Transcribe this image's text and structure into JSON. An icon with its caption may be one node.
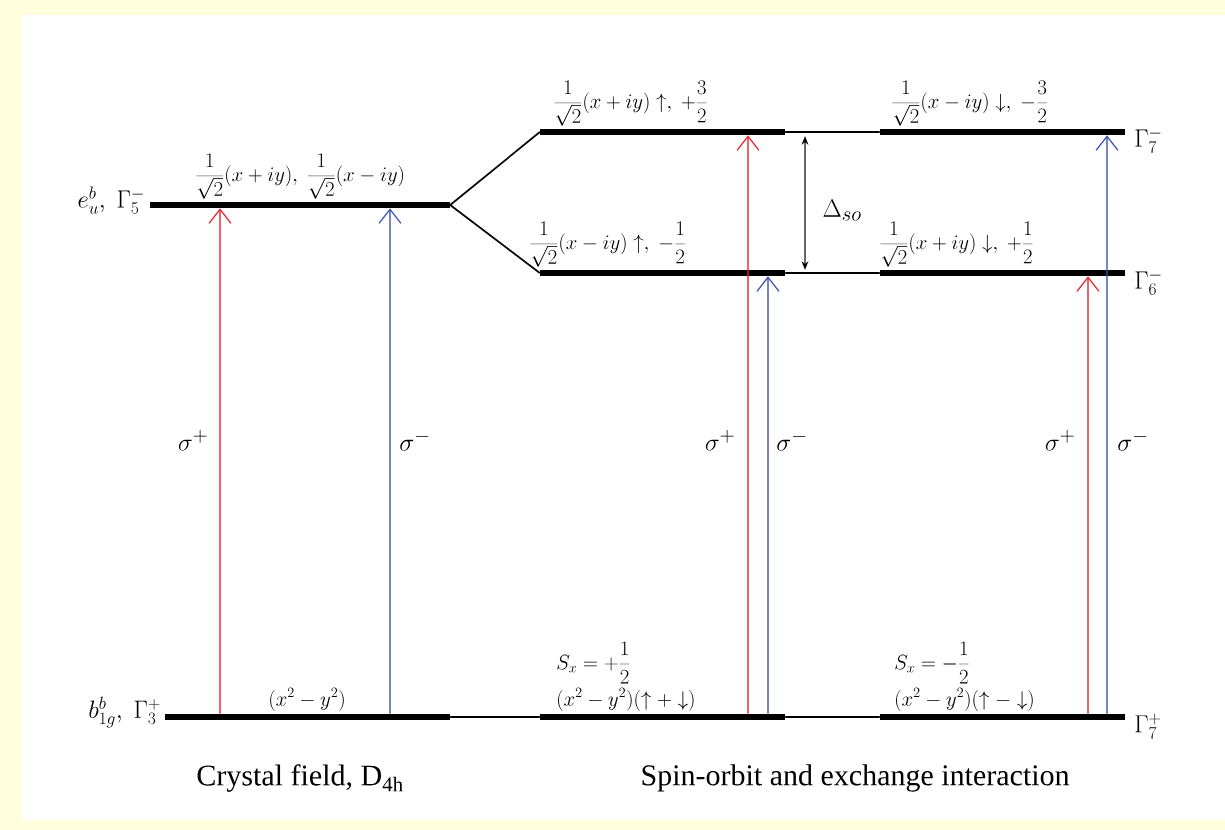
{
  "diagram": {
    "nodes": [
      {
        "text": [
          "\\frac{1}{\\sqrt{2}}(x+iy),\\ \\frac{1}{\\sqrt{2}}(x-iy)"
        ],
        "beside": [
          "e_u^b,\\ \\Gamma_5^-"
        ]
      },
      {
        "text": [
          "(x^2-y^2)"
        ],
        "beside": [
          "b_{1g}^b,\\ \\Gamma_3^+"
        ]
      },
      {
        "text": [
          "\\frac{1}{\\sqrt{2}}(x+iy)\\uparrow,\\ +\\frac{3}{2}"
        ]
      },
      {
        "text": [
          "\\frac{1}{\\sqrt{2}}(x-iy)\\uparrow,\\ -\\frac{1}{2}"
        ]
      },
      {
        "text": [
          "S_x=+\\frac{1}{2}",
          "(x^2-y^2)(\\uparrow+\\downarrow)"
        ]
      },
      {
        "text": [
          "\\frac{1}{\\sqrt{2}}(x-iy)\\downarrow,\\ -\\frac{3}{2}"
        ],
        "beside": [
          "\\Gamma_7^-"
        ]
      },
      {
        "text": [
          "\\frac{1}{\\sqrt{2}}(x+iy)\\downarrow,\\ +\\frac{1}{2}"
        ],
        "beside": [
          "\\Gamma_6^-"
        ]
      },
      {
        "text": [
          "S_x=-\\frac{1}{2}",
          "(x^2-y^2)(\\uparrow-\\downarrow)"
        ],
        "beside": [
          "\\Gamma_7^+"
        ]
      }
    ],
    "edges": [
      {
        "from": 0,
        "to": 2,
        "arrow": "none"
      },
      {
        "from": 0,
        "to": 3,
        "arrow": "none"
      },
      {
        "from": 2,
        "to": 5,
        "arrow": "none"
      },
      {
        "from": 3,
        "to": 6,
        "arrow": "none"
      },
      {
        "from": 1,
        "to": 4,
        "arrow": "none"
      },
      {
        "from": 4,
        "to": 7,
        "arrow": "none"
      },
      {
        "from": 1,
        "to": 0,
        "arrow": "to",
        "label": "\\sigma^+",
        "color": "#e8202a"
      },
      {
        "from": 1,
        "to": 0,
        "arrow": "to",
        "label": "\\sigma^-",
        "color": "#3a4fb0"
      },
      {
        "from": 4,
        "to": 2,
        "arrow": "to",
        "label": "\\sigma^+",
        "color": "#e8202a"
      },
      {
        "from": 4,
        "to": 3,
        "arrow": "to",
        "label": "\\sigma^-",
        "color": "#3a4fb0"
      },
      {
        "from": 7,
        "to": 6,
        "arrow": "to",
        "label": "\\sigma^+",
        "color": "#e8202a"
      },
      {
        "from": 7,
        "to": 5,
        "arrow": "to",
        "label": "\\sigma^-",
        "color": "#3a4fb0"
      }
    ],
    "labels": [
      "\\Delta_{so}",
      "Crystal field, D$_{4h}$",
      "Spin-orbit and exchange interaction"
    ]
  }
}
